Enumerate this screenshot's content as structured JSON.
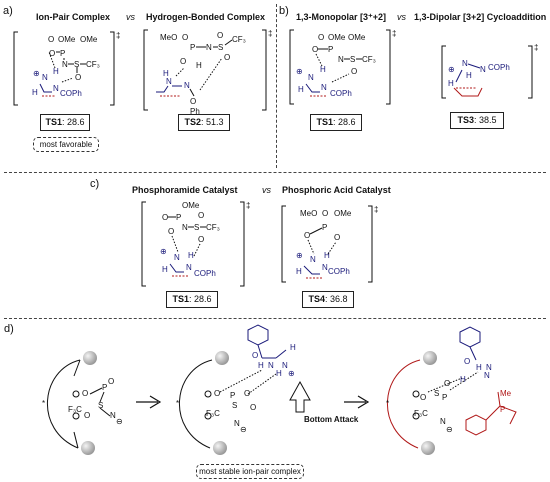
{
  "panels": {
    "a": {
      "label": "a)",
      "left_title": "Ion-Pair Complex",
      "vs": "vs",
      "right_title": "Hydrogen-Bonded Complex",
      "ts_left": {
        "name": "TS1",
        "value": ": 28.6"
      },
      "ts_right": {
        "name": "TS2",
        "value": ": 51.3"
      },
      "note": "most favorable"
    },
    "b": {
      "label": "b)",
      "left_title": "1,3-Monopolar [3⁺+2]",
      "vs": "vs",
      "right_title": "1,3-Dipolar [3+2] Cycloaddition",
      "ts_left": {
        "name": "TS1",
        "value": ": 28.6"
      },
      "ts_right": {
        "name": "TS3",
        "value": ": 38.5"
      }
    },
    "c": {
      "label": "c)",
      "left_title": "Phosphoramide Catalyst",
      "vs": "vs",
      "right_title": "Phosphoric Acid Catalyst",
      "ts_left": {
        "name": "TS1",
        "value": ": 28.6"
      },
      "ts_right": {
        "name": "TS4",
        "value": ": 36.8"
      }
    },
    "d": {
      "label": "d)",
      "bottom_attack": "Bottom Attack",
      "note": "most stable ion-pair complex"
    }
  },
  "chem": {
    "dagger": "‡",
    "ome": "OMe",
    "meo": "MeO",
    "o": "O",
    "p": "P",
    "n": "N",
    "s": "S",
    "h": "H",
    "cf3": "CF₃",
    "f3c": "F₃C",
    "coph": "COPh",
    "ph": "Ph",
    "plus": "⊕",
    "minus": "⊖",
    "me": "Me",
    "dot": "*"
  },
  "colors": {
    "black": "#111111",
    "blue": "#1a1a7a",
    "red": "#b01818",
    "sphere": "#bdbdbd"
  }
}
